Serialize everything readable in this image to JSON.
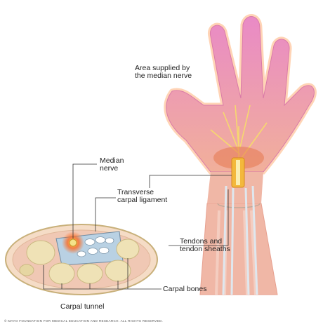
{
  "labels": {
    "area_supplied": "Area supplied by\nthe median nerve",
    "median_nerve": "Median\nnerve",
    "transverse_ligament": "Transverse\ncarpal ligament",
    "tendons": "Tendons and\ntendon sheaths",
    "carpal_bones": "Carpal bones",
    "carpal_tunnel": "Carpal tunnel"
  },
  "copyright": "© MAYO FOUNDATION FOR MEDICAL EDUCATION AND RESEARCH. ALL RIGHTS RESERVED.",
  "colors": {
    "skin": "#f0b7a6",
    "palm_highlight": "#ea82c4",
    "nerve": "#f4e38a",
    "ligament": "#e9a23b",
    "bone": "#efe2b6",
    "tendon_blue": "#b9d1e3",
    "tunnel_outline": "#c8b07a",
    "glow": "#ff6a1f"
  }
}
